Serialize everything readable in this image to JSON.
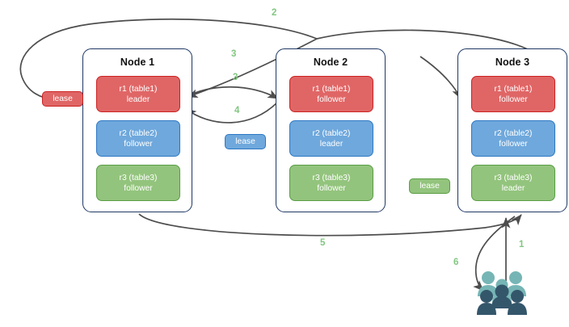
{
  "diagram": {
    "title": "distributed-lease-diagram",
    "colors": {
      "red": "#e06666",
      "red_border": "#cc2222",
      "blue": "#6fa8dc",
      "blue_border": "#2d78c4",
      "green": "#93c47d",
      "green_border": "#5a9e45",
      "node_border": "#1f3864",
      "arrow": "#4d4d4d",
      "label_green": "#82c782",
      "users_light": "#76b5b5",
      "users_dark": "#34566b"
    }
  },
  "nodes": [
    {
      "title": "Node 1",
      "replicas": [
        {
          "name": "r1 (table1)",
          "role": "leader",
          "color": "red"
        },
        {
          "name": "r2 (table2)",
          "role": "follower",
          "color": "blue"
        },
        {
          "name": "r3 (table3)",
          "role": "follower",
          "color": "green"
        }
      ]
    },
    {
      "title": "Node 2",
      "replicas": [
        {
          "name": "r1 (table1)",
          "role": "follower",
          "color": "red"
        },
        {
          "name": "r2 (table2)",
          "role": "leader",
          "color": "blue"
        },
        {
          "name": "r3 (table3)",
          "role": "follower",
          "color": "green"
        }
      ]
    },
    {
      "title": "Node 3",
      "replicas": [
        {
          "name": "r1 (table1)",
          "role": "follower",
          "color": "red"
        },
        {
          "name": "r2 (table2)",
          "role": "follower",
          "color": "blue"
        },
        {
          "name": "r3 (table3)",
          "role": "leader",
          "color": "green"
        }
      ]
    }
  ],
  "leases": [
    {
      "label": "lease",
      "color": "red"
    },
    {
      "label": "lease",
      "color": "blue"
    },
    {
      "label": "lease",
      "color": "green"
    }
  ],
  "edge_labels": [
    {
      "text": "2"
    },
    {
      "text": "3"
    },
    {
      "text": "3"
    },
    {
      "text": "4"
    },
    {
      "text": "5"
    },
    {
      "text": "1"
    },
    {
      "text": "6"
    }
  ],
  "users": {
    "icon": "users-group-icon"
  }
}
